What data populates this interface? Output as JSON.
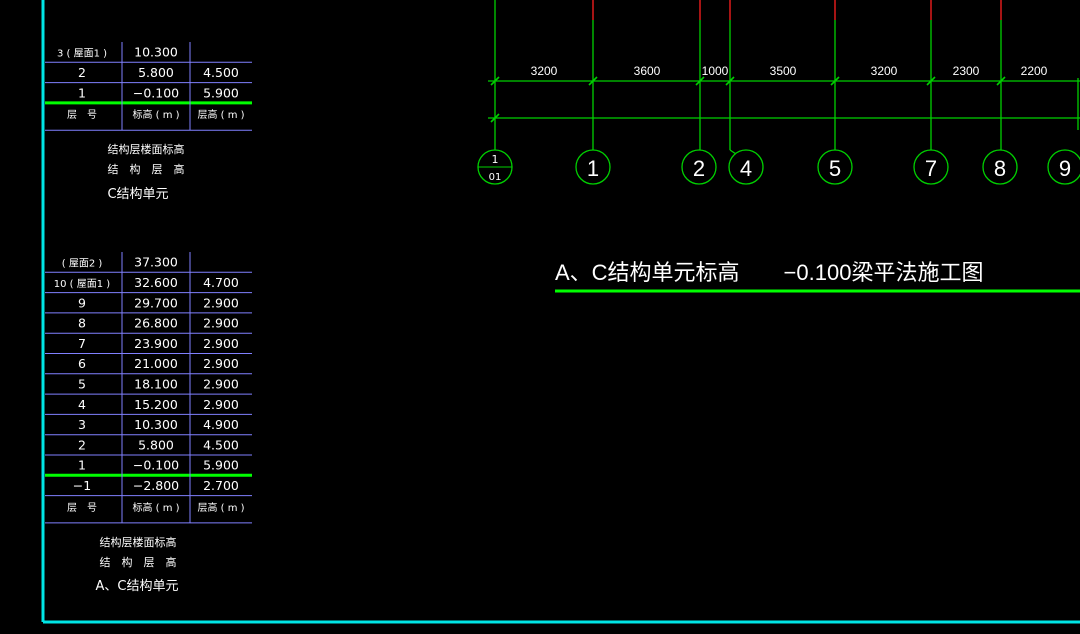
{
  "colors": {
    "background": "#000000",
    "frame": "#00e5e5",
    "table_line": "#8080ff",
    "separator": "#00ff00",
    "axis_red": "#ff2020",
    "text": "#ffffff",
    "green": "#00d000"
  },
  "table_c": {
    "rows": [
      [
        "3 ( 屋面1 )",
        "10.300",
        ""
      ],
      [
        "2",
        "5.800",
        "4.500"
      ],
      [
        "1",
        "−0.100",
        "5.900"
      ]
    ],
    "header": [
      "层　号",
      "标高 ( m )",
      "层高 ( m )"
    ],
    "caption1": "结构层楼面标高",
    "caption2": "结　构　层　高",
    "unit_name": "C结构单元"
  },
  "table_ac": {
    "rows_above": [
      [
        "( 屋面2 )",
        "37.300",
        ""
      ],
      [
        "10 ( 屋面1 )",
        "32.600",
        "4.700"
      ],
      [
        "9",
        "29.700",
        "2.900"
      ],
      [
        "8",
        "26.800",
        "2.900"
      ],
      [
        "7",
        "23.900",
        "2.900"
      ],
      [
        "6",
        "21.000",
        "2.900"
      ],
      [
        "5",
        "18.100",
        "2.900"
      ],
      [
        "4",
        "15.200",
        "2.900"
      ],
      [
        "3",
        "10.300",
        "4.900"
      ],
      [
        "2",
        "5.800",
        "4.500"
      ],
      [
        "1",
        "−0.100",
        "5.900"
      ]
    ],
    "rows_below": [
      [
        "−1",
        "−2.800",
        "2.700"
      ]
    ],
    "header": [
      "层　号",
      "标高 ( m )",
      "层高 ( m )"
    ],
    "caption1": "结构层楼面标高",
    "caption2": "结　构　层　高",
    "unit_name": "A、C结构单元"
  },
  "axis": {
    "dimensions": [
      "3200",
      "3600",
      "1000",
      "3500",
      "3200",
      "2300",
      "2200"
    ],
    "first_label_top": "1",
    "first_label_bottom": "01",
    "labels": [
      "1",
      "2",
      "4",
      "5",
      "7",
      "8",
      "9"
    ]
  },
  "drawing_title": "A、C结构单元标高　　−0.100梁平法施工图"
}
